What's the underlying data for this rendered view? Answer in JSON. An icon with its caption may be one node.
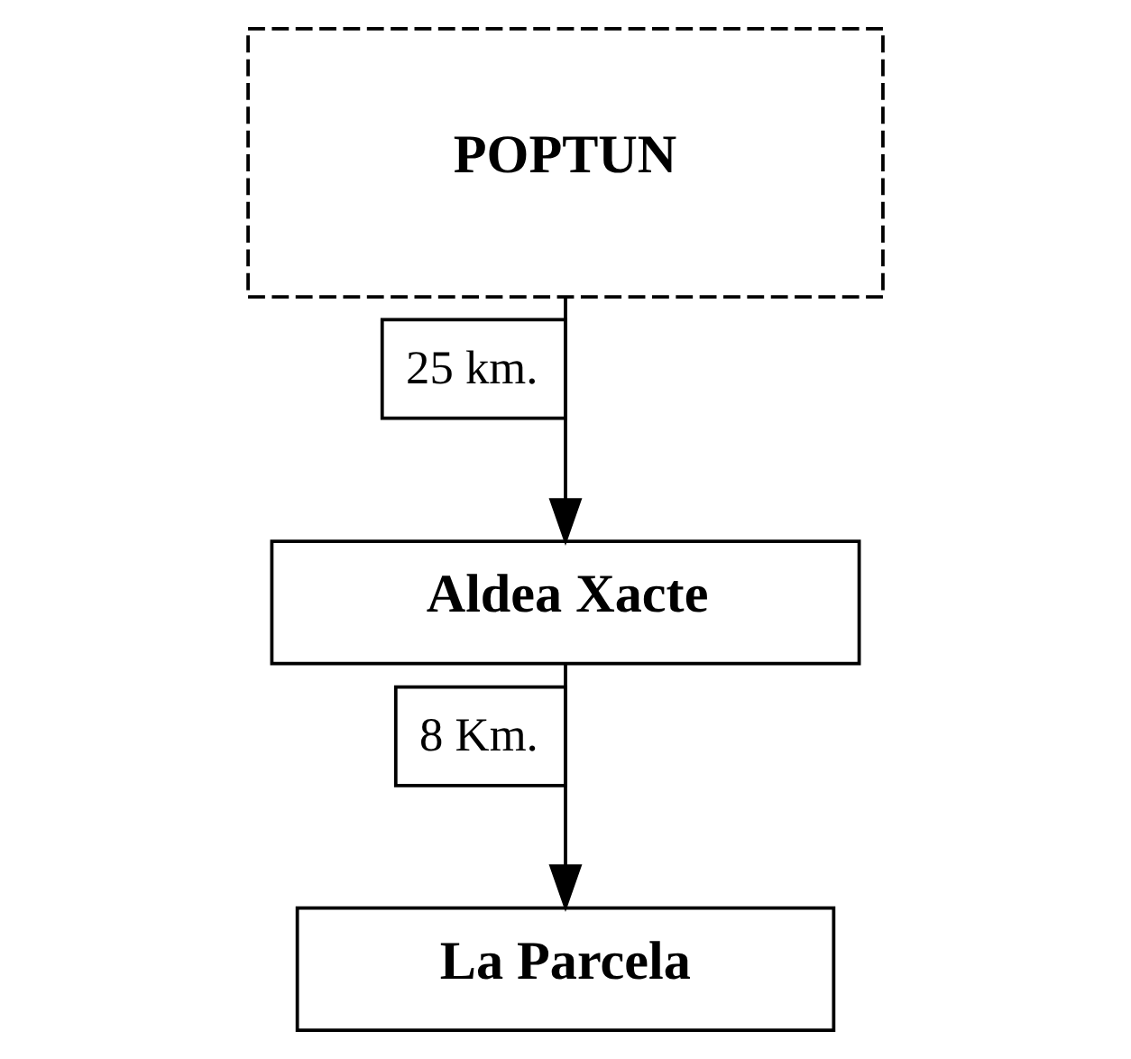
{
  "diagram": {
    "nodes": [
      {
        "text": [
          "POPTUN"
        ]
      },
      {
        "text": [
          "Aldea Xacte"
        ]
      },
      {
        "text": [
          "La Parcela"
        ]
      }
    ],
    "edges": [
      {
        "from": 0,
        "to": 1,
        "arrow": "to",
        "label": "25 km."
      },
      {
        "from": 1,
        "to": 2,
        "arrow": "to",
        "label": "8 Km."
      }
    ]
  }
}
